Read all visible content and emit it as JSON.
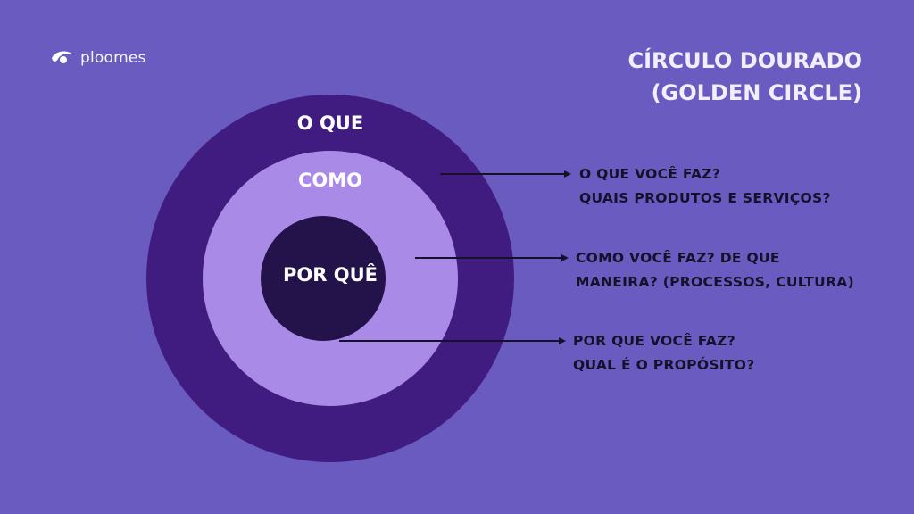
{
  "brand": {
    "name": "ploomes",
    "icon": "ploomes-logo-icon"
  },
  "title": {
    "line1": "CÍRCULO DOURADO",
    "line2": "(GOLDEN CIRCLE)"
  },
  "circles": {
    "outer": {
      "label": "O QUE",
      "color": "#411c80"
    },
    "middle": {
      "label": "COMO",
      "color": "#a98ae6"
    },
    "inner": {
      "label": "POR QUÊ",
      "color": "#24124a"
    }
  },
  "descriptions": {
    "what": {
      "line1": "O QUE VOCÊ FAZ?",
      "line2": "QUAIS PRODUTOS E SERVIÇOS?"
    },
    "how": {
      "line1": "COMO VOCÊ FAZ? DE QUE",
      "line2": "MANEIRA? (PROCESSOS, CULTURA)"
    },
    "why": {
      "line1": "POR QUE VOCÊ FAZ?",
      "line2": "QUAL É O PROPÓSITO?"
    }
  },
  "colors": {
    "background": "#6a5bc1",
    "arrow": "#15102b",
    "text_light": "#ffffff"
  }
}
